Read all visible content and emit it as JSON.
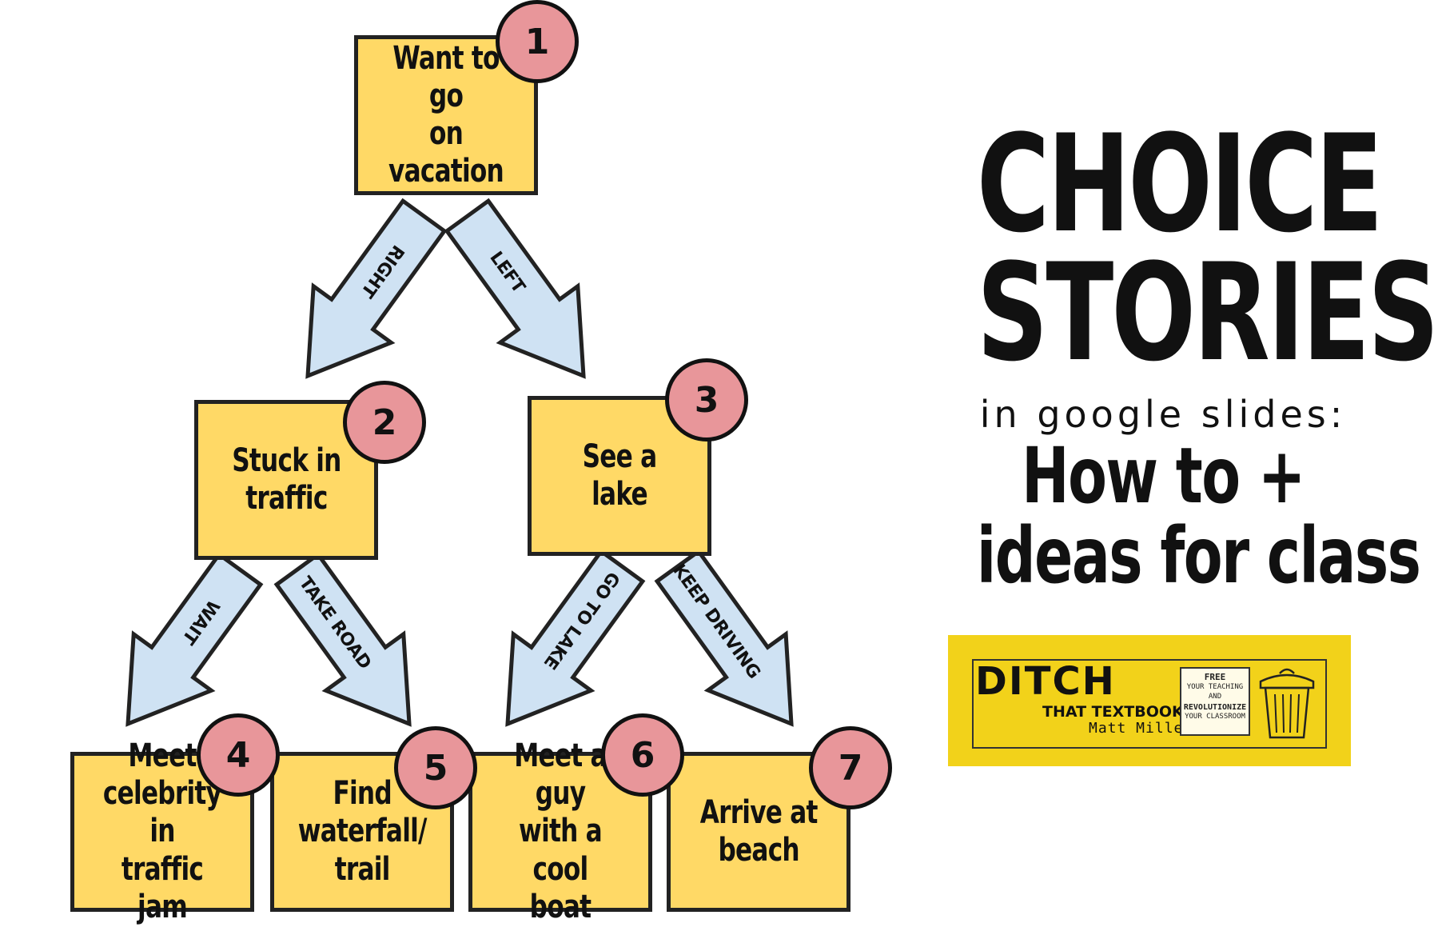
{
  "title": {
    "line1": "CHOICE",
    "line2": "STORIES",
    "line3": "in google slides:",
    "line4": "How to +",
    "line5": "ideas for class"
  },
  "logo": {
    "line1": "DITCH",
    "line2": "THAT TEXTBOOK",
    "line3": "Matt Miller",
    "book_text": [
      "FREE",
      "YOUR TEACHING AND",
      "REVOLUTIONIZE",
      "YOUR CLASSROOM"
    ]
  },
  "colors": {
    "box_fill": "#ffd966",
    "badge_fill": "#e8969a",
    "arrow_fill": "#cfe2f3",
    "logo_fill": "#f2d21a",
    "outline": "#222222"
  },
  "nodes": [
    {
      "id": 1,
      "number": "1",
      "label": "Want to go\non vacation"
    },
    {
      "id": 2,
      "number": "2",
      "label": "Stuck in\ntraffic"
    },
    {
      "id": 3,
      "number": "3",
      "label": "See a lake"
    },
    {
      "id": 4,
      "number": "4",
      "label": "Meet\ncelebrity in\ntraffic jam"
    },
    {
      "id": 5,
      "number": "5",
      "label": "Find\nwaterfall/\ntrail"
    },
    {
      "id": 6,
      "number": "6",
      "label": "Meet a guy\nwith a cool\nboat"
    },
    {
      "id": 7,
      "number": "7",
      "label": "Arrive at\nbeach"
    }
  ],
  "edges": [
    {
      "from": 1,
      "to": 2,
      "label": "RIGHT"
    },
    {
      "from": 1,
      "to": 3,
      "label": "LEFT"
    },
    {
      "from": 2,
      "to": 4,
      "label": "WAIT"
    },
    {
      "from": 2,
      "to": 5,
      "label": "TAKE ROAD"
    },
    {
      "from": 3,
      "to": 6,
      "label": "GO TO LAKE"
    },
    {
      "from": 3,
      "to": 7,
      "label": "KEEP DRIVING"
    }
  ]
}
